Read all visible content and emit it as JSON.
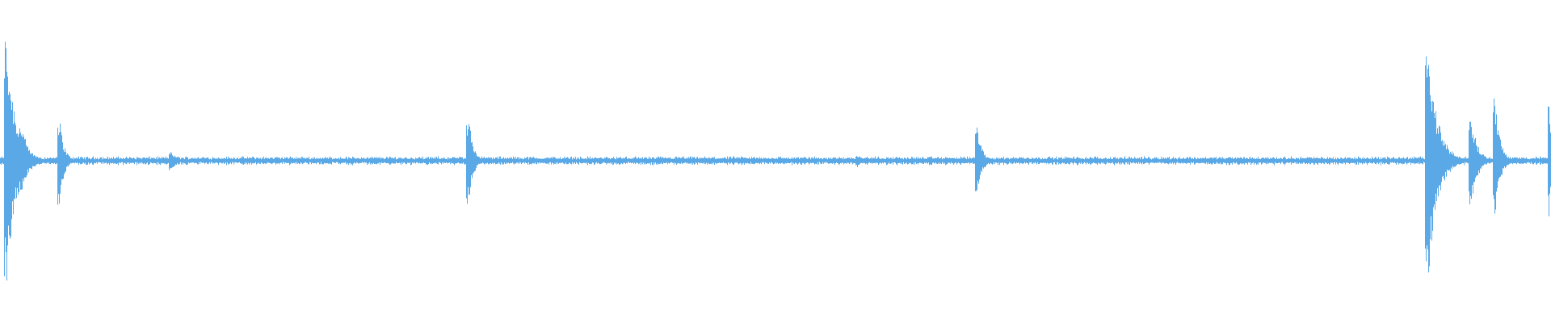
{
  "waveform": {
    "color": "#5aa9e6",
    "background": "#ffffff",
    "baseline_amplitude": 0.035,
    "bursts": [
      {
        "position": 0.004,
        "amplitude": 0.96,
        "decay": 0.006
      },
      {
        "position": 0.014,
        "amplitude": 0.28,
        "decay": 0.004
      },
      {
        "position": 0.038,
        "amplitude": 0.34,
        "decay": 0.003
      },
      {
        "position": 0.11,
        "amplitude": 0.08,
        "decay": 0.004
      },
      {
        "position": 0.302,
        "amplitude": 0.33,
        "decay": 0.003
      },
      {
        "position": 0.553,
        "amplitude": 0.05,
        "decay": 0.003
      },
      {
        "position": 0.63,
        "amplitude": 0.26,
        "decay": 0.003
      },
      {
        "position": 0.92,
        "amplitude": 1.0,
        "decay": 0.006
      },
      {
        "position": 0.948,
        "amplitude": 0.38,
        "decay": 0.004
      },
      {
        "position": 0.964,
        "amplitude": 0.47,
        "decay": 0.003
      },
      {
        "position": 0.999,
        "amplitude": 0.42,
        "decay": 0.002
      }
    ]
  }
}
